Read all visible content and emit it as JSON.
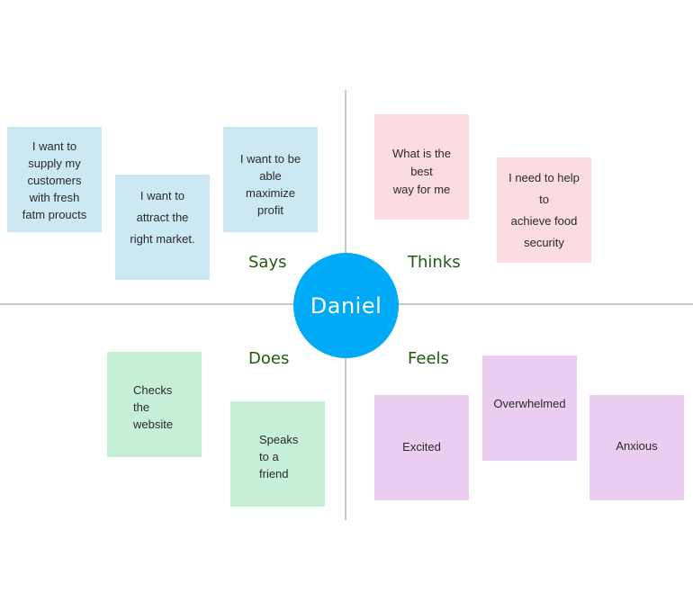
{
  "center": {
    "name": "Daniel",
    "color": "#00aaf7"
  },
  "quadrants": {
    "says": {
      "label": "Says",
      "color": "#cbe8f3",
      "notes": [
        "I want to\nsupply my\ncustomers\nwith fresh\nfatm proucts",
        "I want to\nattract the\nright market.",
        "I want to be\nable\nmaximize\nprofit"
      ]
    },
    "thinks": {
      "label": "Thinks",
      "color": "#fadce1",
      "notes": [
        "What is the best\nway for me",
        "I need to help\nto\nachieve food\nsecurity"
      ]
    },
    "does": {
      "label": "Does",
      "color": "#c5f0d6",
      "notes": [
        "Checks\nthe\nwebsite",
        "Speaks\nto a\nfriend"
      ]
    },
    "feels": {
      "label": "Feels",
      "color": "#eacdf0",
      "notes": [
        "Excited",
        "Overwhelmed",
        "Anxious"
      ]
    }
  },
  "label_color": "#1f5a10"
}
